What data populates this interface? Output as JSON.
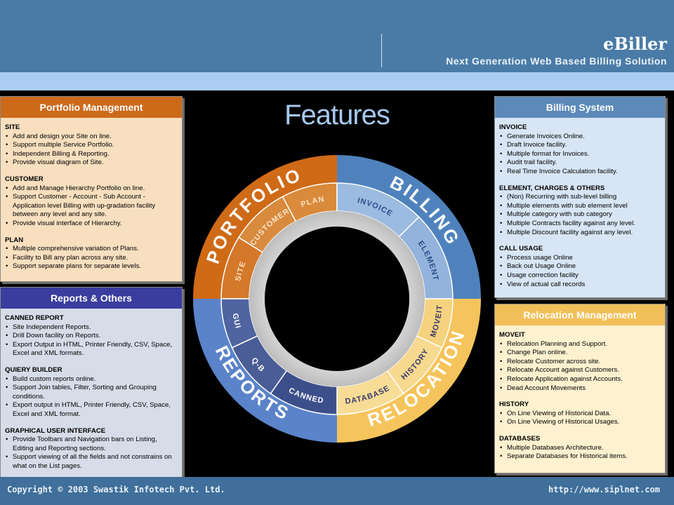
{
  "header": {
    "brand": "eBiller",
    "tagline": "Next Generation Web Based Billing Solution"
  },
  "title": "Features",
  "wheel": {
    "quadrants": [
      "PORTFOLIO",
      "BILLING",
      "RELOCATION",
      "REPORTS"
    ],
    "segments": [
      "SITE",
      "CUSTOMER",
      "PLAN",
      "INVOICE",
      "ELEMENT",
      "MOVEIT",
      "HISTORY",
      "DATABASE",
      "CANNED",
      "Q-B",
      "GUI"
    ],
    "colors": {
      "portfolio": "#cf6a17",
      "billing": "#4f82bd",
      "relocation": "#f6c45c",
      "reports": "#5a83c9"
    }
  },
  "panels": {
    "portfolio": {
      "title": "Portfolio Management",
      "sections": [
        {
          "heading": "SITE",
          "items": [
            "Add and design your Site on line.",
            "Support multiple Service Portfolio.",
            "Independent Billing & Reporting.",
            "Provide visual diagram of Site."
          ]
        },
        {
          "heading": "CUSTOMER",
          "items": [
            "Add and Manage Hierarchy Portfolio on line.",
            "Support Customer - Account - Sub Account - Application level Billing with up-gradation facility between any level and any site.",
            "Provide visual interface of Hierarchy."
          ]
        },
        {
          "heading": "PLAN",
          "items": [
            "Multiple comprehensive variation of Plans.",
            "Facility to Bill any plan across any site.",
            "Support separate plans for separate levels."
          ]
        }
      ]
    },
    "reports": {
      "title": "Reports & Others",
      "sections": [
        {
          "heading": "CANNED REPORT",
          "items": [
            "Site Independent Reports.",
            "Drill Down facility on Reports.",
            "Export Output in HTML, Printer Friendly, CSV, Space, Excel and XML formats."
          ]
        },
        {
          "heading": "QUIERY BUILDER",
          "items": [
            "Build custom reports online.",
            "Support Join tables, Filter, Sorting and Grouping conditions.",
            "Export output in HTML, Printer Friendly, CSV, Space, Excel and XML format."
          ]
        },
        {
          "heading": "GRAPHICAL USER INTERFACE",
          "items": [
            "Provide Toolbars and Navigation bars on Listing, Editing and Reporting sections.",
            "Support viewing of all the fields and not constrains on what on the List pages."
          ]
        }
      ]
    },
    "billing": {
      "title": "Billing System",
      "sections": [
        {
          "heading": "INVOICE",
          "items": [
            "Generate Invoices Online.",
            "Draft Invoice facility.",
            "Multiple format for Invoices.",
            "Audit trail facility.",
            "Real Time Invoice Calculation facility."
          ]
        },
        {
          "heading": "ELEMENT, CHARGES & OTHERS",
          "items": [
            "(Non) Recurring with sub-level billing",
            "Multiple elements with sub element level",
            "Multiple category with sub category",
            "Multiple Contracts facility against any level.",
            "Multiple Discount facility against any level."
          ]
        },
        {
          "heading": "CALL USAGE",
          "items": [
            "Process usage Online",
            "Back out Usage Online",
            "Usage correction facility",
            "View of actual call records"
          ]
        }
      ]
    },
    "relocation": {
      "title": "Relocation Management",
      "sections": [
        {
          "heading": "MOVEIT",
          "items": [
            "Relocation Planning and Support.",
            "Change Plan online.",
            "Relocate Customer across site.",
            "Relocate Account against Customers.",
            "Relocate Application against Accounts.",
            "Dead Account Movements"
          ]
        },
        {
          "heading": "HISTORY",
          "items": [
            "On Line Viewing of Historical Data.",
            "On Line Viewing of Historical Usages."
          ]
        },
        {
          "heading": "DATABASES",
          "items": [
            "Multiple Databases Architecture.",
            "Separate Databases for Historical items."
          ]
        }
      ]
    }
  },
  "footer": {
    "copyright": "Copyright © 2003 Swastik Infotech Pvt. Ltd.",
    "url": "http://www.siplnet.com"
  }
}
